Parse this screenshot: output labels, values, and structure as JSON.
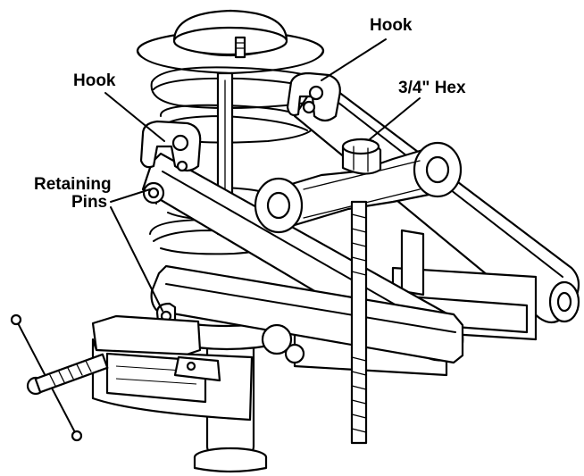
{
  "labels": {
    "hook_top": "Hook",
    "hook_left": "Hook",
    "hex": "3/4\" Hex",
    "retaining_pins_line1": "Retaining",
    "retaining_pins_line2": "Pins"
  }
}
